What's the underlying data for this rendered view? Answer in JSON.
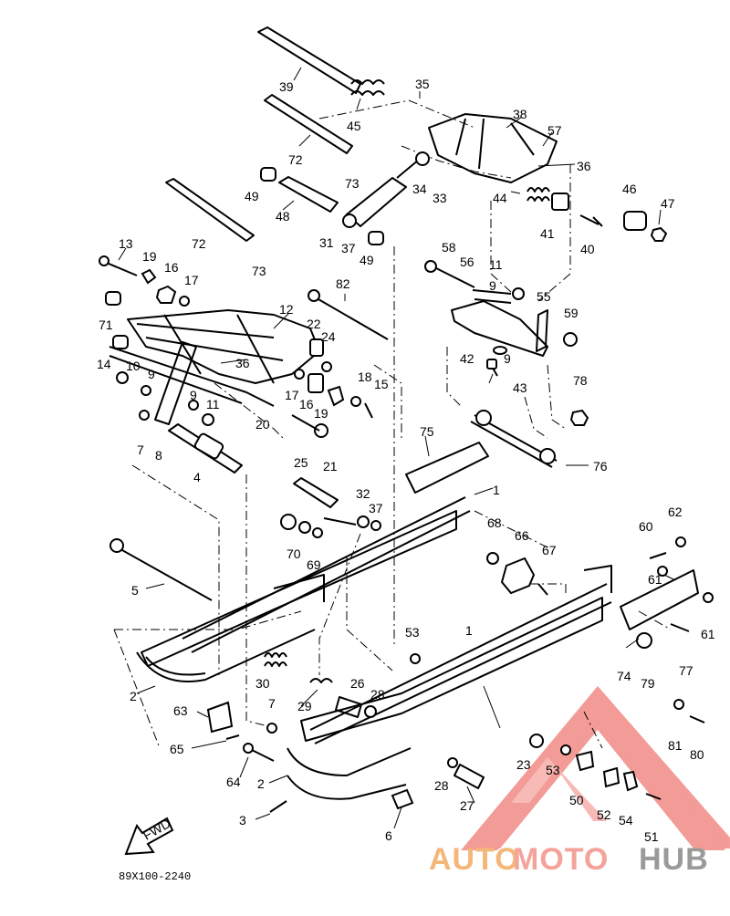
{
  "diagram": {
    "part_labels": [
      {
        "id": "39",
        "text": "39"
      },
      {
        "id": "45",
        "text": "45"
      },
      {
        "id": "35",
        "text": "35"
      },
      {
        "id": "38",
        "text": "38"
      },
      {
        "id": "57",
        "text": "57"
      },
      {
        "id": "72a",
        "text": "72"
      },
      {
        "id": "73a",
        "text": "73"
      },
      {
        "id": "36a",
        "text": "36"
      },
      {
        "id": "34",
        "text": "34"
      },
      {
        "id": "33",
        "text": "33"
      },
      {
        "id": "44",
        "text": "44"
      },
      {
        "id": "46",
        "text": "46"
      },
      {
        "id": "47",
        "text": "47"
      },
      {
        "id": "49a",
        "text": "49"
      },
      {
        "id": "48",
        "text": "48"
      },
      {
        "id": "72b",
        "text": "72"
      },
      {
        "id": "31",
        "text": "31"
      },
      {
        "id": "37a",
        "text": "37"
      },
      {
        "id": "49b",
        "text": "49"
      },
      {
        "id": "41",
        "text": "41"
      },
      {
        "id": "40",
        "text": "40"
      },
      {
        "id": "13",
        "text": "13"
      },
      {
        "id": "19a",
        "text": "19"
      },
      {
        "id": "16a",
        "text": "16"
      },
      {
        "id": "73b",
        "text": "73"
      },
      {
        "id": "58",
        "text": "58"
      },
      {
        "id": "56",
        "text": "56"
      },
      {
        "id": "11a",
        "text": "11"
      },
      {
        "id": "17a",
        "text": "17"
      },
      {
        "id": "82",
        "text": "82"
      },
      {
        "id": "9a",
        "text": "9"
      },
      {
        "id": "55",
        "text": "55"
      },
      {
        "id": "71",
        "text": "71"
      },
      {
        "id": "12",
        "text": "12"
      },
      {
        "id": "59",
        "text": "59"
      },
      {
        "id": "22",
        "text": "22"
      },
      {
        "id": "24",
        "text": "24"
      },
      {
        "id": "42",
        "text": "42"
      },
      {
        "id": "9b",
        "text": "9"
      },
      {
        "id": "14",
        "text": "14"
      },
      {
        "id": "10",
        "text": "10"
      },
      {
        "id": "9c",
        "text": "9"
      },
      {
        "id": "36b",
        "text": "36"
      },
      {
        "id": "43",
        "text": "43"
      },
      {
        "id": "78",
        "text": "78"
      },
      {
        "id": "18",
        "text": "18"
      },
      {
        "id": "15",
        "text": "15"
      },
      {
        "id": "17b",
        "text": "17"
      },
      {
        "id": "16b",
        "text": "16"
      },
      {
        "id": "19b",
        "text": "19"
      },
      {
        "id": "9d",
        "text": "9"
      },
      {
        "id": "11b",
        "text": "11"
      },
      {
        "id": "20",
        "text": "20"
      },
      {
        "id": "7a",
        "text": "7"
      },
      {
        "id": "8",
        "text": "8"
      },
      {
        "id": "75",
        "text": "75"
      },
      {
        "id": "21",
        "text": "21"
      },
      {
        "id": "76",
        "text": "76"
      },
      {
        "id": "4",
        "text": "4"
      },
      {
        "id": "25",
        "text": "25"
      },
      {
        "id": "1a",
        "text": "1"
      },
      {
        "id": "32",
        "text": "32"
      },
      {
        "id": "37b",
        "text": "37"
      },
      {
        "id": "62",
        "text": "62"
      },
      {
        "id": "68",
        "text": "68"
      },
      {
        "id": "66",
        "text": "66"
      },
      {
        "id": "60",
        "text": "60"
      },
      {
        "id": "70",
        "text": "70"
      },
      {
        "id": "69",
        "text": "69"
      },
      {
        "id": "67",
        "text": "67"
      },
      {
        "id": "5",
        "text": "5"
      },
      {
        "id": "61a",
        "text": "61"
      },
      {
        "id": "61b",
        "text": "61"
      },
      {
        "id": "53a",
        "text": "53"
      },
      {
        "id": "1b",
        "text": "1"
      },
      {
        "id": "74",
        "text": "74"
      },
      {
        "id": "79",
        "text": "79"
      },
      {
        "id": "77",
        "text": "77"
      },
      {
        "id": "30",
        "text": "30"
      },
      {
        "id": "2a",
        "text": "2"
      },
      {
        "id": "26",
        "text": "26"
      },
      {
        "id": "28a",
        "text": "28"
      },
      {
        "id": "7b",
        "text": "7"
      },
      {
        "id": "29",
        "text": "29"
      },
      {
        "id": "63",
        "text": "63"
      },
      {
        "id": "81",
        "text": "81"
      },
      {
        "id": "80",
        "text": "80"
      },
      {
        "id": "65",
        "text": "65"
      },
      {
        "id": "23",
        "text": "23"
      },
      {
        "id": "53b",
        "text": "53"
      },
      {
        "id": "64",
        "text": "64"
      },
      {
        "id": "2b",
        "text": "2"
      },
      {
        "id": "28b",
        "text": "28"
      },
      {
        "id": "50",
        "text": "50"
      },
      {
        "id": "27",
        "text": "27"
      },
      {
        "id": "52",
        "text": "52"
      },
      {
        "id": "54",
        "text": "54"
      },
      {
        "id": "3",
        "text": "3"
      },
      {
        "id": "6",
        "text": "6"
      },
      {
        "id": "51",
        "text": "51"
      }
    ],
    "fwd_arrow_text": "FWD",
    "diagram_code": "89X100-2240"
  },
  "watermark": {
    "brand_auto": "AUTO",
    "brand_moto": "MOTO",
    "brand_hub": "HUB",
    "color_auto": "#f4b77a",
    "color_moto": "#f4a39a",
    "color_hub": "#9a9a9a",
    "triangle_color": "#f07a74"
  }
}
